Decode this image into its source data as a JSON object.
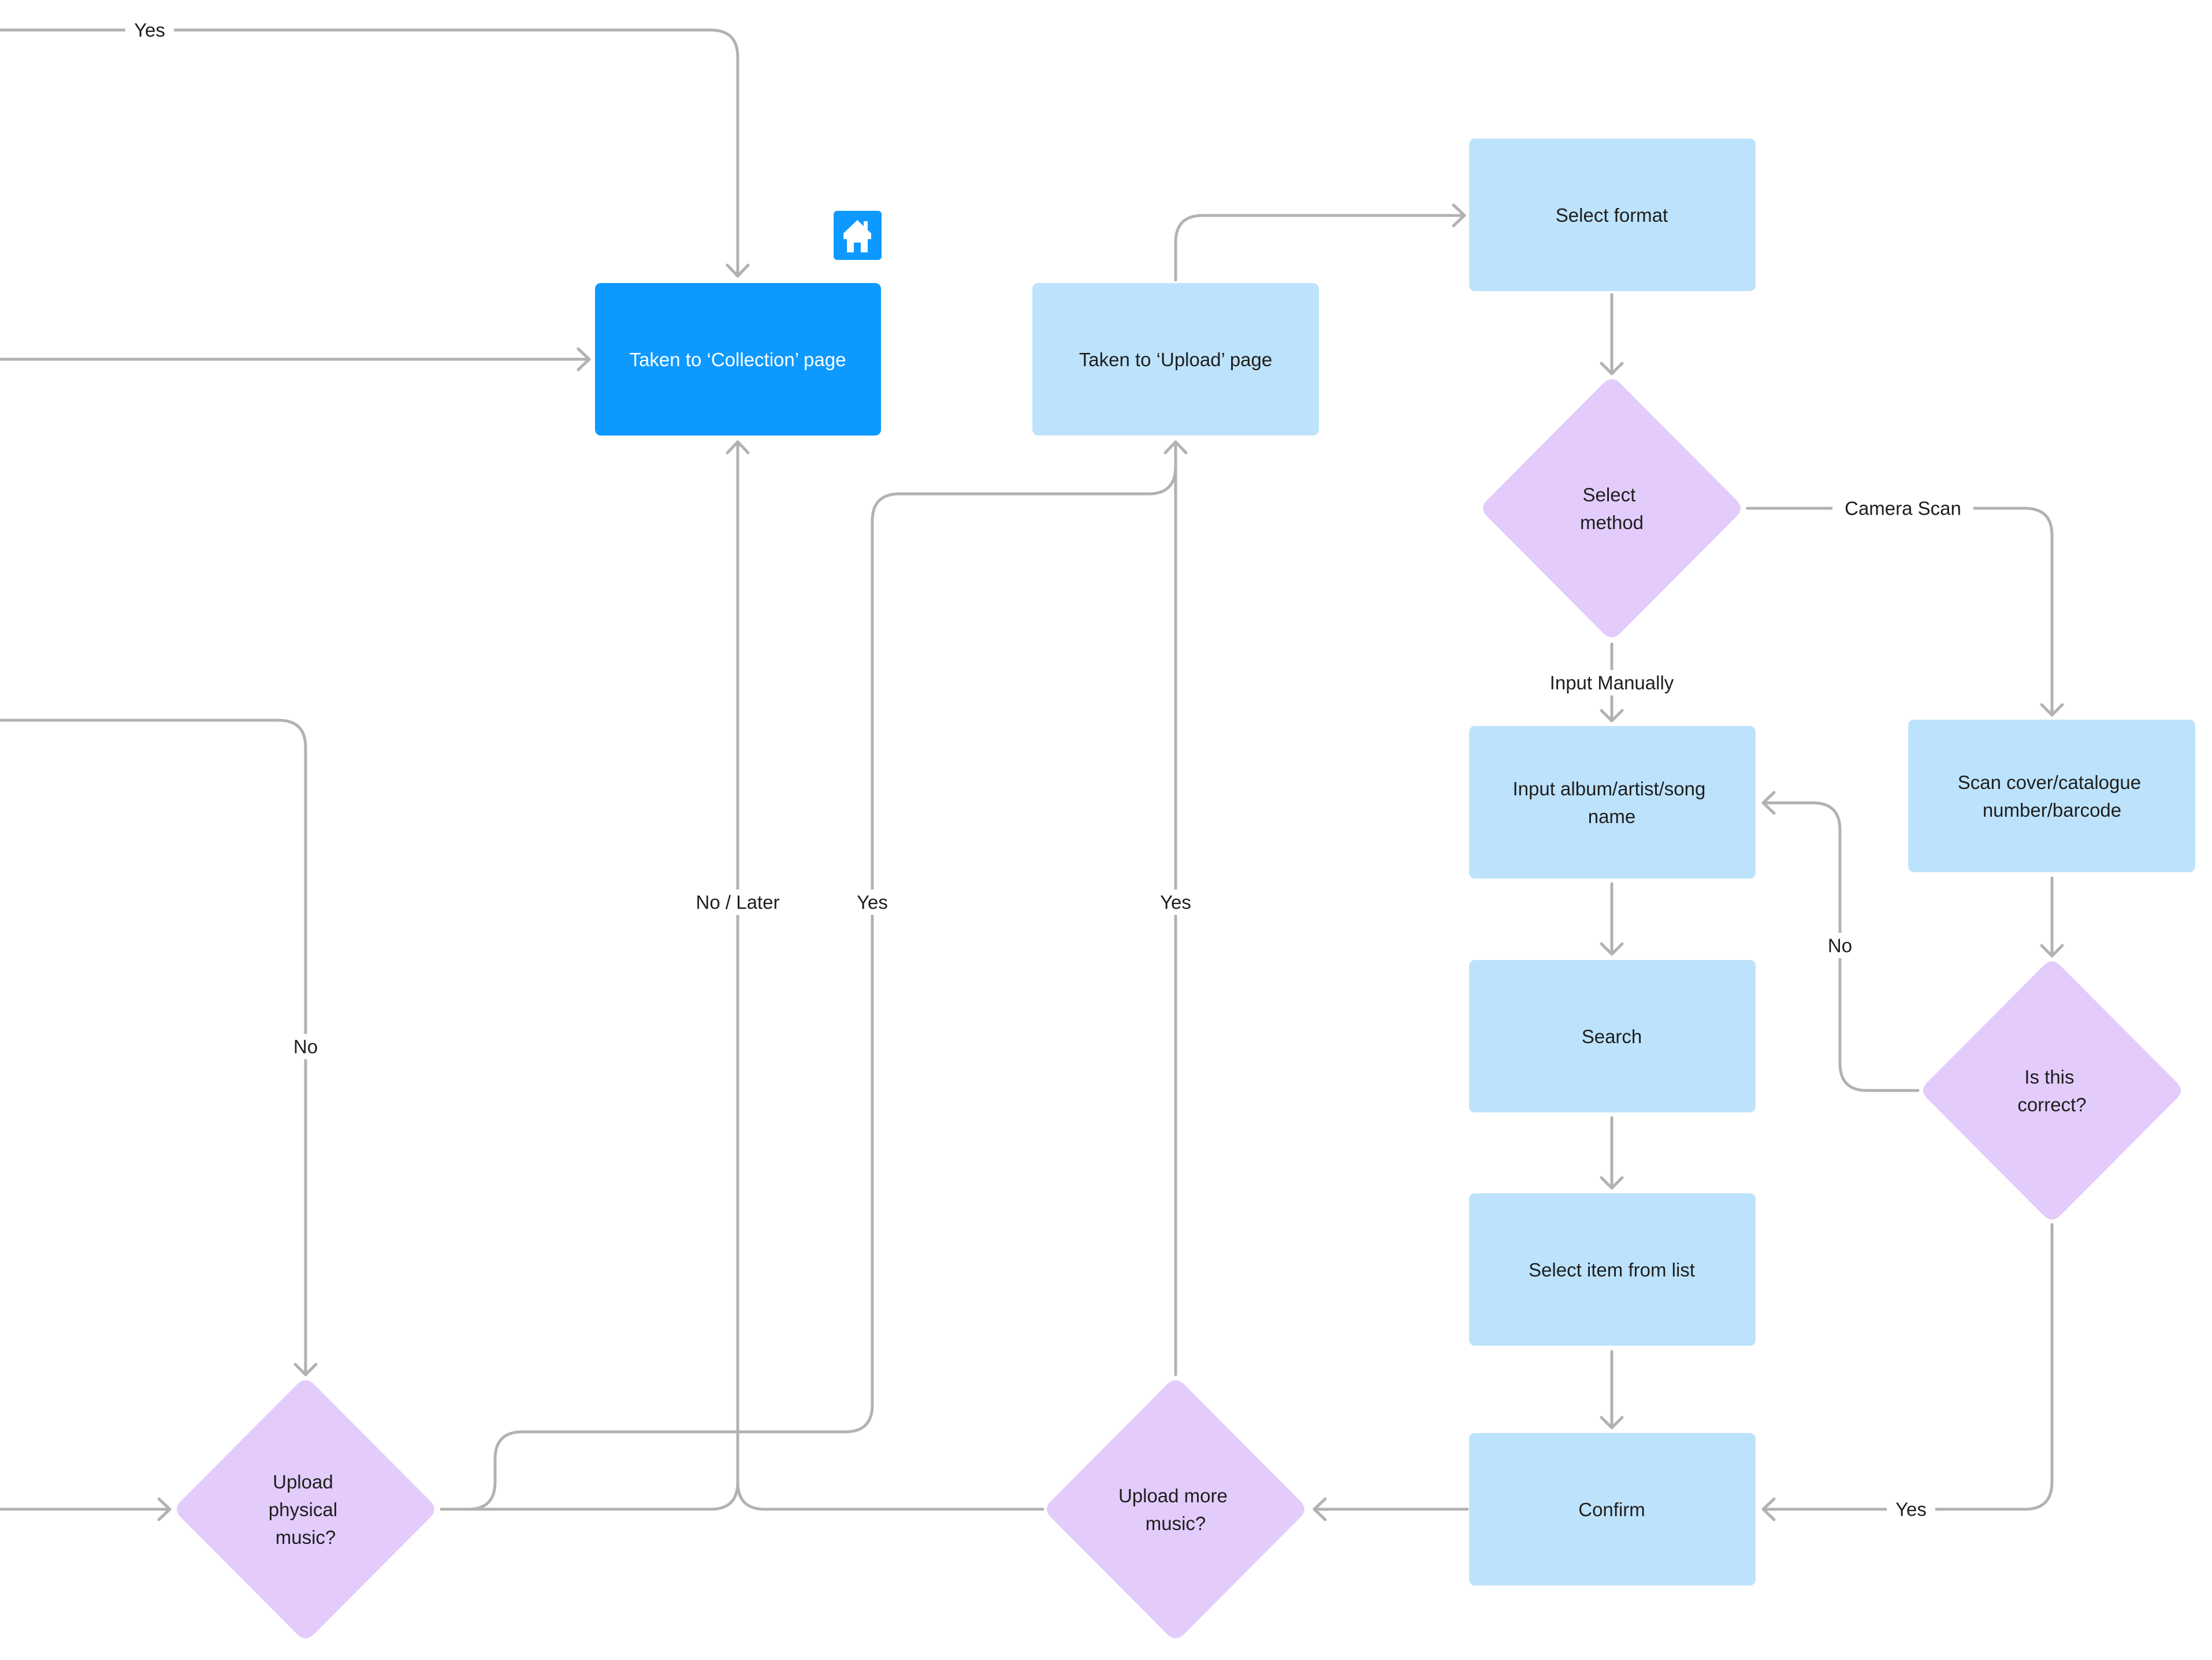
{
  "colors": {
    "process": "#bde3fc",
    "process_text": "#1e1e1e",
    "decision": "#e3ccfb",
    "decision_text": "#1e1e1e",
    "highlight": "#0d99ff",
    "highlight_text": "#ffffff",
    "connector": "#b2b2b2"
  },
  "nodes": {
    "collection_page": {
      "text": [
        "Taken to ‘Collection’ page"
      ],
      "icon": "home-icon"
    },
    "upload_page": {
      "text": [
        "Taken to ‘Upload’ page"
      ]
    },
    "select_format": {
      "text": [
        "Select format"
      ]
    },
    "select_method": {
      "text": [
        "Select",
        "method"
      ]
    },
    "input_manual": {
      "text": [
        "Input album/artist/song",
        "name"
      ]
    },
    "scan": {
      "text": [
        "Scan cover/catalogue",
        "number/barcode"
      ]
    },
    "search": {
      "text": [
        "Search"
      ]
    },
    "is_correct": {
      "text": [
        "Is this",
        "correct?"
      ]
    },
    "select_item": {
      "text": [
        "Select item from list"
      ]
    },
    "confirm": {
      "text": [
        "Confirm"
      ]
    },
    "upload_more": {
      "text": [
        "Upload more",
        "music?"
      ]
    },
    "upload_physical": {
      "text": [
        "Upload",
        "physical",
        "music?"
      ]
    }
  },
  "edge_labels": {
    "top_yes": "Yes",
    "no_left": "No",
    "no_later": "No / Later",
    "yes_physical": "Yes",
    "yes_more": "Yes",
    "camera_scan": "Camera Scan",
    "input_manually": "Input Manually",
    "no_correct": "No",
    "yes_correct": "Yes"
  }
}
